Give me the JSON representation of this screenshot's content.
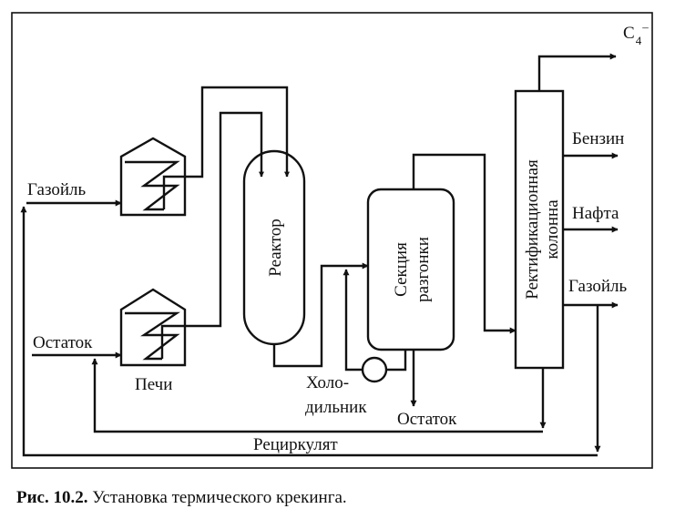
{
  "labels": {
    "gasoil_in": "Газойль",
    "residue_in": "Остаток",
    "furnaces": "Печи",
    "reactor": "Реактор",
    "cooler_line1": "Холо-",
    "cooler_line2": "дильник",
    "separation_line1": "Секция",
    "separation_line2": "разгонки",
    "residue_out": "Остаток",
    "column_line1": "Ректификационная",
    "column_line2": "колонна",
    "c4_base": "C",
    "c4_sub": "4",
    "c4_sup": "–",
    "gasoline": "Бензин",
    "naphtha": "Нафта",
    "gasoil_out": "Газойль",
    "recycle": "Рециркулят"
  },
  "caption": {
    "number": "Рис. 10.2.",
    "text": " Установка термического крекинга."
  }
}
